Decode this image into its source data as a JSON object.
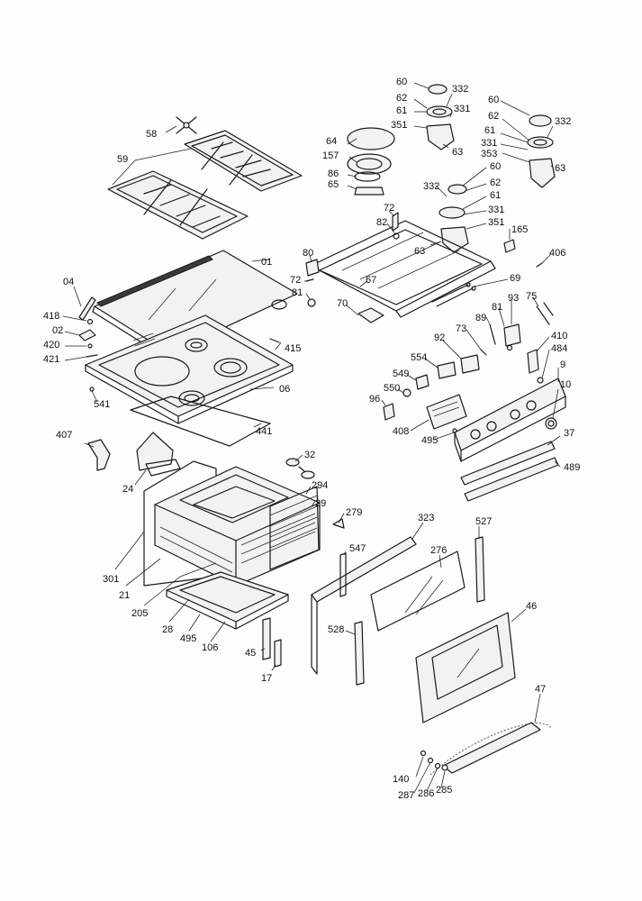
{
  "callouts": [
    {
      "id": "c-58",
      "text": "58"
    },
    {
      "id": "c-59",
      "text": "59"
    },
    {
      "id": "c-01",
      "text": "01"
    },
    {
      "id": "c-04",
      "text": "04"
    },
    {
      "id": "c-418",
      "text": "418"
    },
    {
      "id": "c-02",
      "text": "02"
    },
    {
      "id": "c-420",
      "text": "420"
    },
    {
      "id": "c-421",
      "text": "421"
    },
    {
      "id": "c-541",
      "text": "541"
    },
    {
      "id": "c-06",
      "text": "06"
    },
    {
      "id": "c-415",
      "text": "415"
    },
    {
      "id": "c-441",
      "text": "441"
    },
    {
      "id": "c-407",
      "text": "407"
    },
    {
      "id": "c-24",
      "text": "24"
    },
    {
      "id": "c-301",
      "text": "301"
    },
    {
      "id": "c-21",
      "text": "21"
    },
    {
      "id": "c-205",
      "text": "205"
    },
    {
      "id": "c-28",
      "text": "28"
    },
    {
      "id": "c-495a",
      "text": "495"
    },
    {
      "id": "c-106",
      "text": "106"
    },
    {
      "id": "c-45",
      "text": "45"
    },
    {
      "id": "c-17",
      "text": "17"
    },
    {
      "id": "c-32",
      "text": "32"
    },
    {
      "id": "c-294",
      "text": "294"
    },
    {
      "id": "c-29",
      "text": "29"
    },
    {
      "id": "c-279",
      "text": "279"
    },
    {
      "id": "c-64",
      "text": "64"
    },
    {
      "id": "c-157",
      "text": "157"
    },
    {
      "id": "c-86",
      "text": "86"
    },
    {
      "id": "c-65",
      "text": "65"
    },
    {
      "id": "c-60a",
      "text": "60"
    },
    {
      "id": "c-62a",
      "text": "62"
    },
    {
      "id": "c-61a",
      "text": "61"
    },
    {
      "id": "c-351a",
      "text": "351"
    },
    {
      "id": "c-332a",
      "text": "332"
    },
    {
      "id": "c-331a",
      "text": "331"
    },
    {
      "id": "c-63a",
      "text": "63"
    },
    {
      "id": "c-60b",
      "text": "60"
    },
    {
      "id": "c-62b",
      "text": "62"
    },
    {
      "id": "c-61b",
      "text": "61"
    },
    {
      "id": "c-331b",
      "text": "331"
    },
    {
      "id": "c-353",
      "text": "353"
    },
    {
      "id": "c-332b",
      "text": "332"
    },
    {
      "id": "c-63b",
      "text": "63"
    },
    {
      "id": "c-60c",
      "text": "60"
    },
    {
      "id": "c-332c",
      "text": "332"
    },
    {
      "id": "c-62c",
      "text": "62"
    },
    {
      "id": "c-61c",
      "text": "61"
    },
    {
      "id": "c-331c",
      "text": "331"
    },
    {
      "id": "c-351b",
      "text": "351"
    },
    {
      "id": "c-63c",
      "text": "63"
    },
    {
      "id": "c-72a",
      "text": "72"
    },
    {
      "id": "c-82",
      "text": "82"
    },
    {
      "id": "c-165",
      "text": "165"
    },
    {
      "id": "c-406",
      "text": "406"
    },
    {
      "id": "c-80",
      "text": "80"
    },
    {
      "id": "c-72b",
      "text": "72"
    },
    {
      "id": "c-67",
      "text": "67"
    },
    {
      "id": "c-81a",
      "text": "81"
    },
    {
      "id": "c-69",
      "text": "69"
    },
    {
      "id": "c-70",
      "text": "70"
    },
    {
      "id": "c-75",
      "text": "75"
    },
    {
      "id": "c-93",
      "text": "93"
    },
    {
      "id": "c-89",
      "text": "89"
    },
    {
      "id": "c-81b",
      "text": "81"
    },
    {
      "id": "c-73",
      "text": "73"
    },
    {
      "id": "c-410",
      "text": "410"
    },
    {
      "id": "c-484",
      "text": "484"
    },
    {
      "id": "c-92",
      "text": "92"
    },
    {
      "id": "c-554",
      "text": "554"
    },
    {
      "id": "c-549",
      "text": "549"
    },
    {
      "id": "c-550",
      "text": "550"
    },
    {
      "id": "c-96",
      "text": "96"
    },
    {
      "id": "c-408",
      "text": "408"
    },
    {
      "id": "c-495b",
      "text": "495"
    },
    {
      "id": "c-9",
      "text": "9"
    },
    {
      "id": "c-10",
      "text": "10"
    },
    {
      "id": "c-37",
      "text": "37"
    },
    {
      "id": "c-489",
      "text": "489"
    },
    {
      "id": "c-323",
      "text": "323"
    },
    {
      "id": "c-547",
      "text": "547"
    },
    {
      "id": "c-276",
      "text": "276"
    },
    {
      "id": "c-527",
      "text": "527"
    },
    {
      "id": "c-528",
      "text": "528"
    },
    {
      "id": "c-46",
      "text": "46"
    },
    {
      "id": "c-47",
      "text": "47"
    },
    {
      "id": "c-140",
      "text": "140"
    },
    {
      "id": "c-287",
      "text": "287"
    },
    {
      "id": "c-286",
      "text": "286"
    },
    {
      "id": "c-285",
      "text": "285"
    }
  ]
}
